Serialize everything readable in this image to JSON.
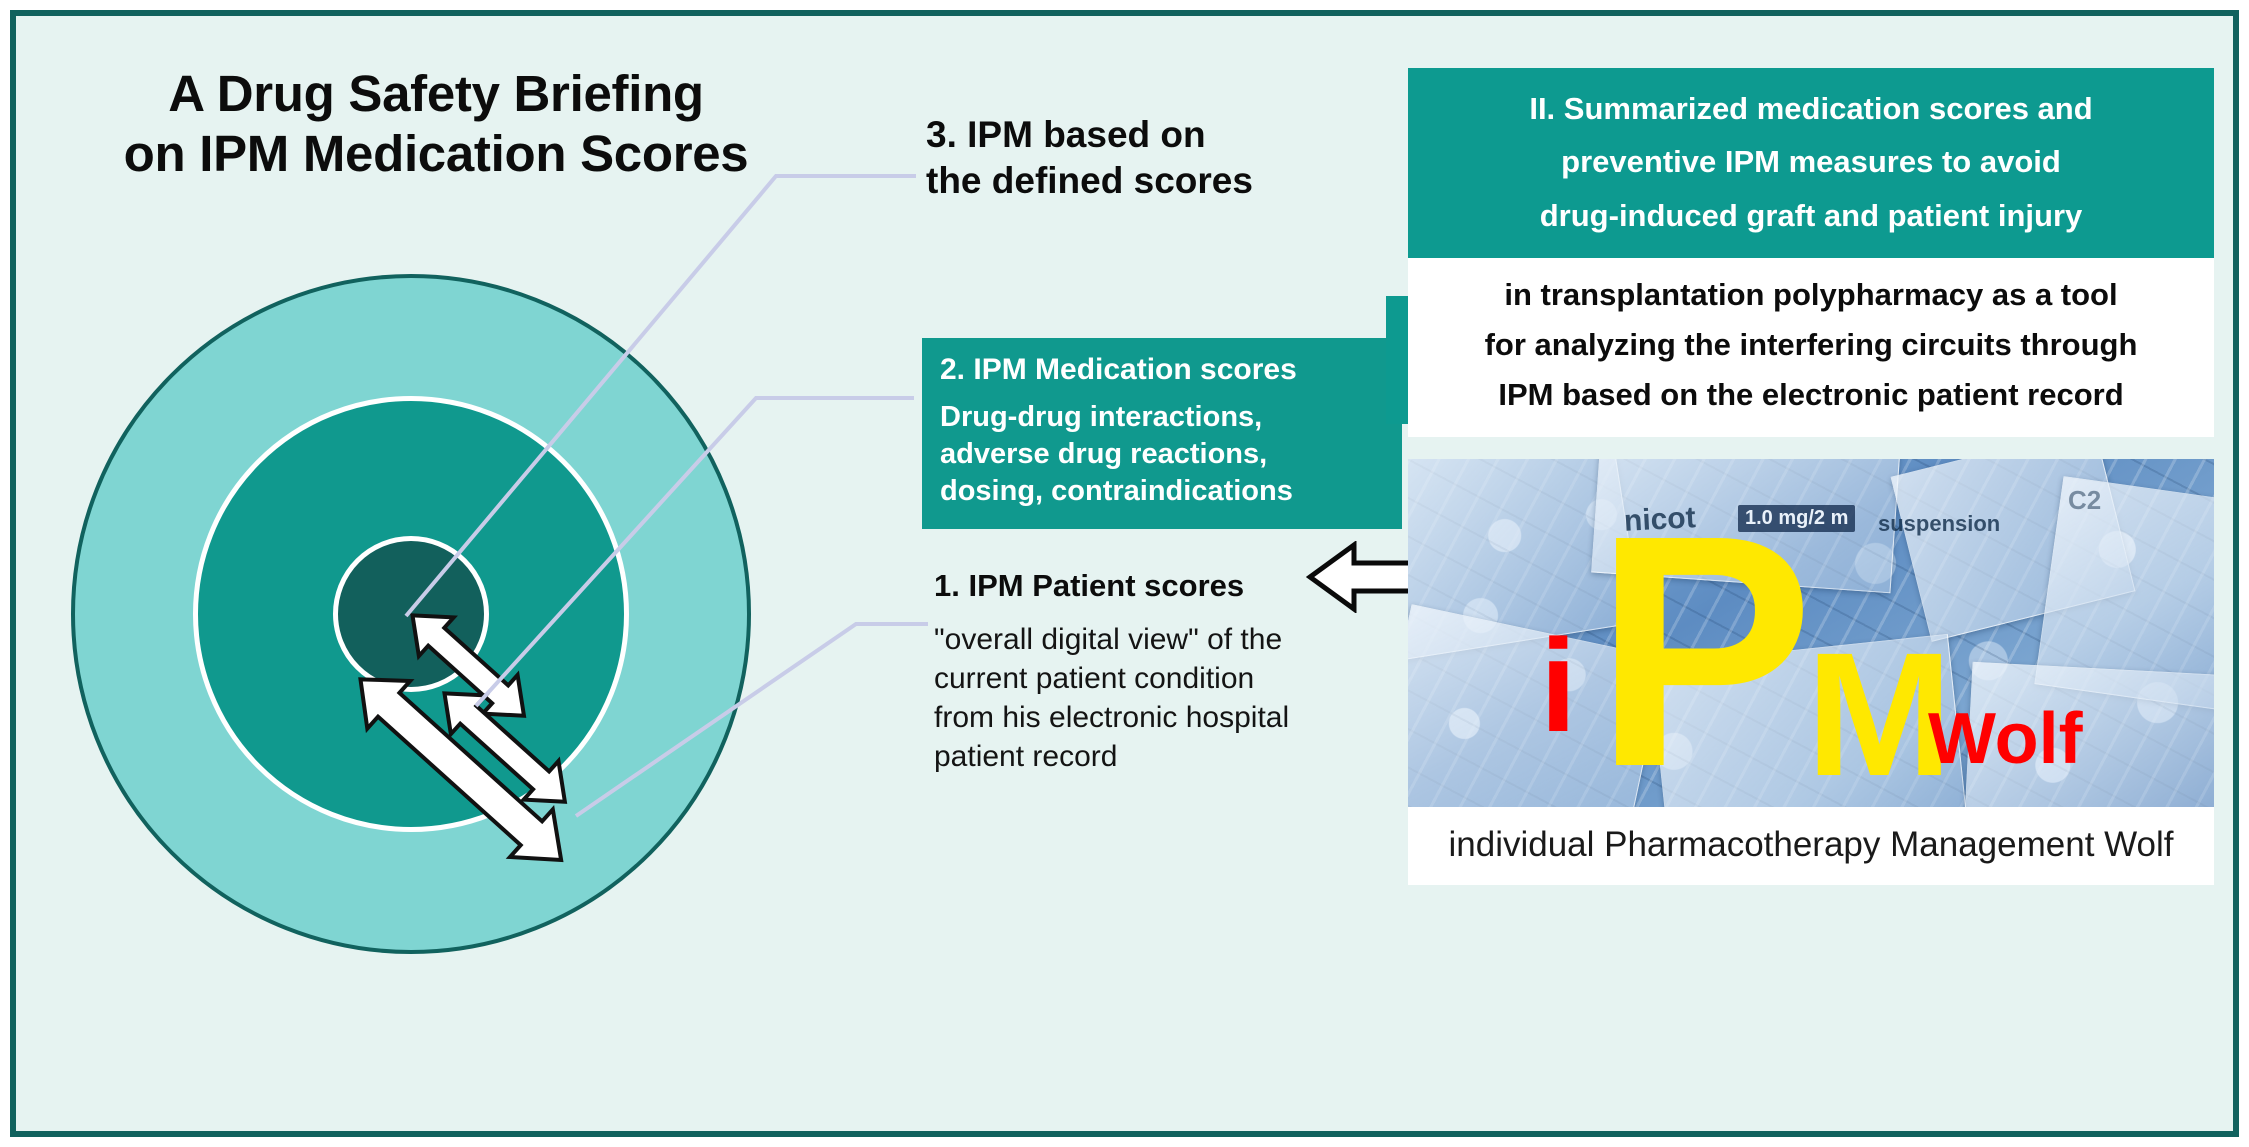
{
  "figure": {
    "background_color": "#E6F3F1",
    "frame_color": "#11625E",
    "accent_teal": "#10998E",
    "outer_ring_color": "#7FD5D2",
    "inner_circle_color": "#12605C",
    "leader_line_color": "#C8CCE8"
  },
  "title": {
    "line1": "A Drug Safety Briefing",
    "line2": "on IPM Medication Scores"
  },
  "diagram": {
    "rings": [
      {
        "name": "outer-ring",
        "label_ref": "3. IPM based on the defined scores"
      },
      {
        "name": "middle-ring",
        "label_ref": "2. IPM Medication scores"
      },
      {
        "name": "inner-core",
        "label_ref": "1. IPM Patient scores"
      }
    ]
  },
  "labels": {
    "step3": {
      "line1": "3. IPM based on",
      "line2": "the defined scores"
    },
    "step2": {
      "heading": "2. IPM Medication scores",
      "line1": "Drug-drug interactions,",
      "line2": "adverse drug reactions,",
      "line3": "dosing, contraindications"
    },
    "step1": {
      "heading": "1. IPM Patient scores",
      "line1": "\"overall digital view\" of the",
      "line2": "current patient condition",
      "line3": "from his electronic hospital",
      "line4": "patient record"
    }
  },
  "right_panel": {
    "teal_header": {
      "line1": "II. Summarized medication scores and",
      "line2": "preventive IPM measures to avoid",
      "line3": "drug-induced graft and patient injury"
    },
    "white_statement": {
      "line1": "in transplantation polypharmacy as a tool",
      "line2": "for analyzing the interfering circuits through",
      "line3": "IPM based on the electronic patient record"
    },
    "photo": {
      "alt_name": "blister-pack-photo",
      "logo": {
        "i": "i",
        "p": "P",
        "m": "M",
        "wolf": "Wolf"
      },
      "package_text": [
        "nicot",
        "1.0 mg/2 m",
        "suspension",
        "C2"
      ]
    },
    "caption": "individual Pharmacotherapy Management Wolf"
  }
}
